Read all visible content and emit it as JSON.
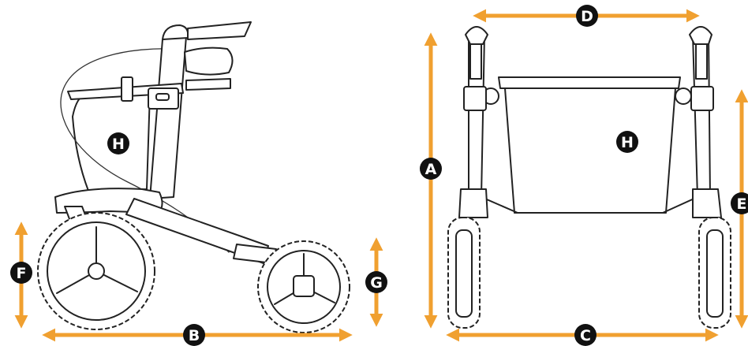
{
  "diagram": {
    "accent_color": "#F0A030",
    "badge_color": "#111111",
    "labels": {
      "a": "A",
      "b": "B",
      "c": "C",
      "d": "D",
      "e": "E",
      "f": "F",
      "g": "G",
      "h_side": "H",
      "h_front": "H"
    }
  }
}
